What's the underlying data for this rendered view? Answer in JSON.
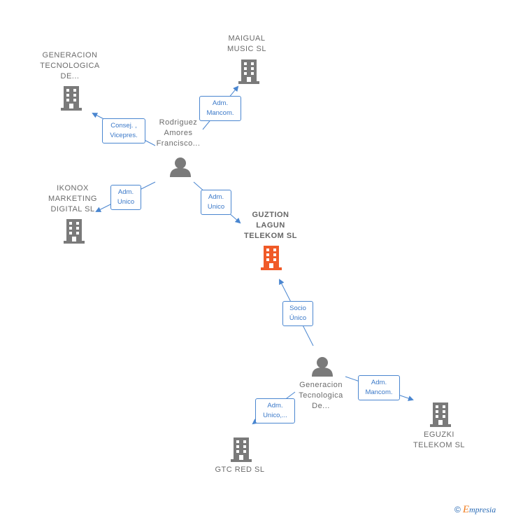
{
  "colors": {
    "company": "#7a7a7a",
    "company_highlight": "#f05a28",
    "person": "#7a7a7a",
    "edge": "#4a86d0",
    "brand_e": "#f07c1e"
  },
  "nodes": {
    "maigual": {
      "type": "company",
      "lines": [
        "MAIGUAL",
        "MUSIC  SL"
      ]
    },
    "generacion_tec_top": {
      "type": "company",
      "lines": [
        "GENERACION",
        "TECNOLOGICA",
        "DE..."
      ]
    },
    "rodriguez": {
      "type": "person",
      "lines": [
        "Rodriguez",
        "Amores",
        "Francisco..."
      ]
    },
    "ikonox": {
      "type": "company",
      "lines": [
        "IKONOX",
        "MARKETING",
        "DIGITAL  SL"
      ]
    },
    "guztion": {
      "type": "company_highlight",
      "lines": [
        "GUZTION",
        "LAGUN",
        "TELEKOM  SL"
      ]
    },
    "generacion_tec_person": {
      "type": "person",
      "lines": [
        "Generacion",
        "Tecnologica",
        "De..."
      ]
    },
    "eguzki": {
      "type": "company",
      "lines": [
        "EGUZKI",
        "TELEKOM  SL"
      ]
    },
    "gtc_red": {
      "type": "company",
      "lines": [
        "GTC RED  SL"
      ]
    }
  },
  "edges": {
    "rodriguez_maigual": {
      "lines": [
        "Adm.",
        "Mancom."
      ]
    },
    "rodriguez_generacion": {
      "lines": [
        "Consej. ,",
        "Vicepres."
      ]
    },
    "rodriguez_ikonox": {
      "lines": [
        "Adm.",
        "Unico"
      ]
    },
    "rodriguez_guztion": {
      "lines": [
        "Adm.",
        "Unico"
      ]
    },
    "generacion_guztion": {
      "lines": [
        "Socio",
        "Único"
      ]
    },
    "generacion_eguzki": {
      "lines": [
        "Adm.",
        "Mancom."
      ]
    },
    "generacion_gtc": {
      "lines": [
        "Adm.",
        "Unico,..."
      ]
    }
  },
  "brand": {
    "copyright": "©",
    "e": "E",
    "rest": "mpresia"
  }
}
